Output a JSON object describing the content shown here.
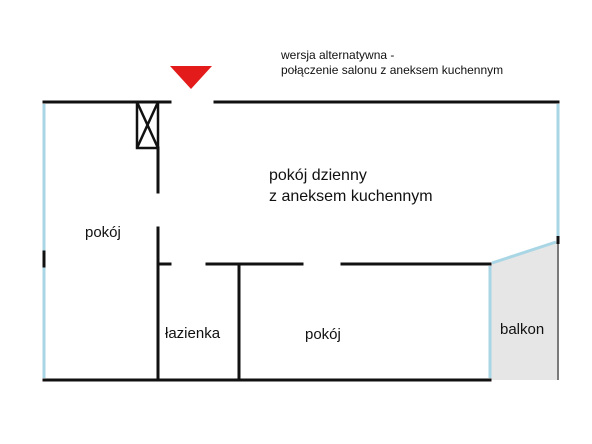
{
  "note": {
    "line1": "wersja alternatywna -",
    "line2": "połączenie salonu z aneksem kuchennym"
  },
  "rooms": {
    "living_line1": "pokój dzienny",
    "living_line2": "z aneksem kuchennym",
    "left_room": "pokój",
    "bathroom": "łazienka",
    "bottom_room": "pokój",
    "balcony": "balkon"
  },
  "colors": {
    "wall": "#111111",
    "window": "#a9d6e5",
    "entrance_marker": "#e31b1b",
    "balcony_fill": "#e6e6e6",
    "balcony_edge": "#7a7a7a"
  },
  "icons": {
    "entrance": "entrance-triangle-icon",
    "ventilation": "ventilation-shaft-icon"
  }
}
